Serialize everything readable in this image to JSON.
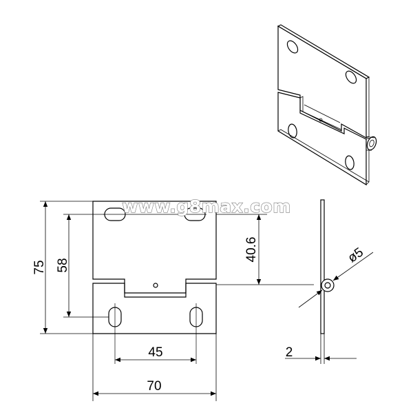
{
  "watermark": "www.g8max.com",
  "dimensions": {
    "height_total": "75",
    "height_hole_span": "58",
    "height_knuckle": "40.6",
    "hole_spacing": "45",
    "width_total": "70",
    "thickness": "2",
    "pin_diameter": "ø5"
  }
}
